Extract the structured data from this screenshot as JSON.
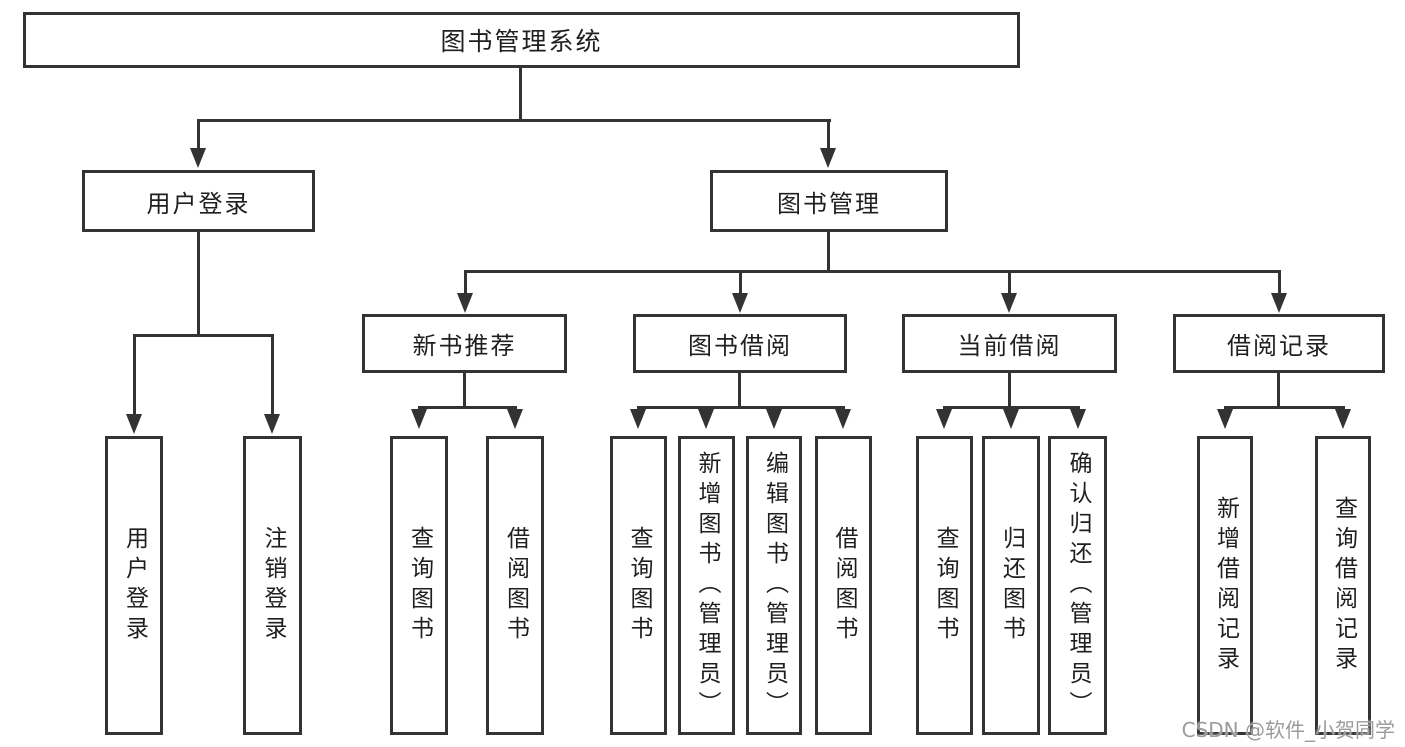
{
  "diagram": {
    "title": "图书管理系统",
    "root": {
      "label": "图书管理系统"
    },
    "branches": [
      {
        "label": "用户登录",
        "children": [
          {
            "label": "用户登录"
          },
          {
            "label": "注销登录"
          }
        ]
      },
      {
        "label": "图书管理",
        "children": [
          {
            "label": "新书推荐",
            "children": [
              {
                "label": "查询图书"
              },
              {
                "label": "借阅图书"
              }
            ]
          },
          {
            "label": "图书借阅",
            "children": [
              {
                "label": "查询图书"
              },
              {
                "label": "新增图书（管理员）"
              },
              {
                "label": "编辑图书（管理员）"
              },
              {
                "label": "借阅图书"
              }
            ]
          },
          {
            "label": "当前借阅",
            "children": [
              {
                "label": "查询图书"
              },
              {
                "label": "归还图书"
              },
              {
                "label": "确认归还（管理员）"
              }
            ]
          },
          {
            "label": "借阅记录",
            "children": [
              {
                "label": "新增借阅记录"
              },
              {
                "label": "查询借阅记录"
              }
            ]
          }
        ]
      }
    ]
  },
  "watermark": {
    "text": "CSDN @软件_小贺同学"
  },
  "colors": {
    "line": "#333333",
    "text": "#1f1f1f",
    "background": "#ffffff",
    "watermark": "#9b9b9b"
  }
}
